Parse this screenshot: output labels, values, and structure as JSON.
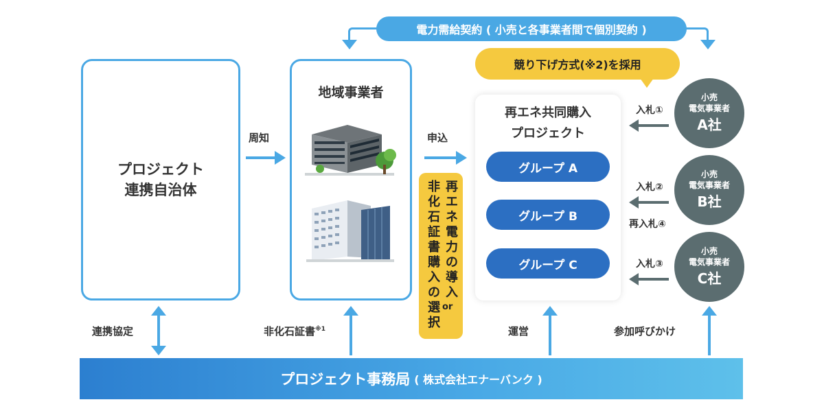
{
  "contract": "電力需給契約 ( 小売と各事業者間で個別契約 )",
  "auction_note": "競り下げ方式(※2)を採用",
  "municipality": {
    "line1": "プロジェクト",
    "line2": "連携自治体"
  },
  "regional": {
    "title": "地域事業者"
  },
  "arrows": {
    "notify": "周知",
    "apply": "申込"
  },
  "project": {
    "line1": "再エネ共同購入",
    "line2": "プロジェクト",
    "groups": [
      "グループ A",
      "グループ B",
      "グループ C"
    ]
  },
  "renewable_choice": {
    "col1": "再エネ電力の導入",
    "or": "or",
    "col2": "非化石証書購入の選択"
  },
  "retailers": [
    {
      "line1": "小売",
      "line2": "電気事業者",
      "name": "A社",
      "bid": "入札①"
    },
    {
      "line1": "小売",
      "line2": "電気事業者",
      "name": "B社",
      "bid": "入札②",
      "rebid": "再入札④"
    },
    {
      "line1": "小売",
      "line2": "電気事業者",
      "name": "C社",
      "bid": "入札③"
    }
  ],
  "bottom_labels": {
    "agreement": "連携協定",
    "certificate": "非化石証書",
    "certificate_note": "※1",
    "operation": "運営",
    "call": "参加呼びかけ"
  },
  "office": {
    "main": "プロジェクト事務局",
    "sub": "( 株式会社エナーバンク )"
  },
  "colors": {
    "blue": "#4aa8e4",
    "dark_blue": "#2c6fc2",
    "yellow": "#f5c93f",
    "retailer": "#5b6d70"
  }
}
